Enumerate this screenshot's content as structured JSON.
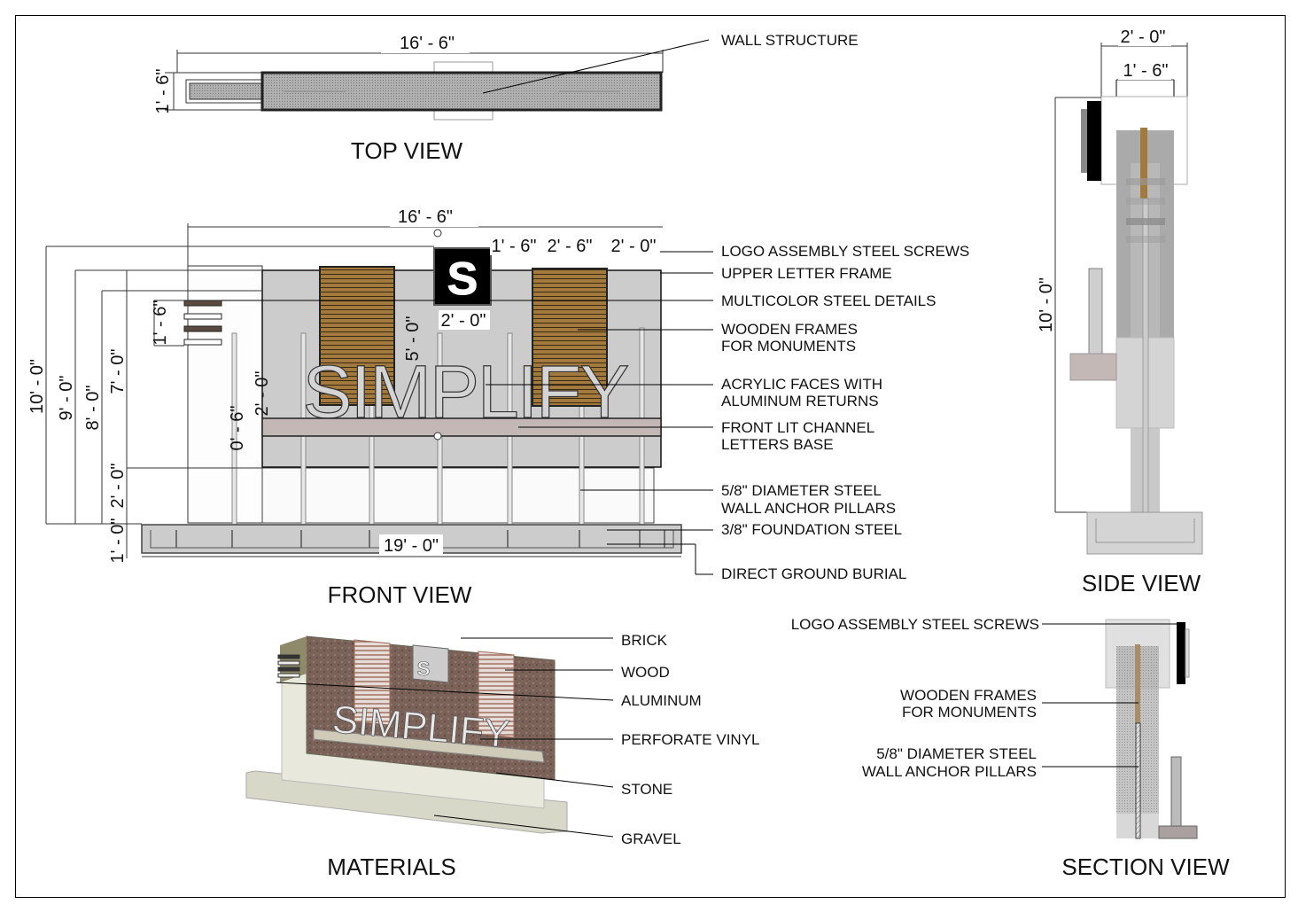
{
  "views": {
    "top": {
      "title": "TOP VIEW",
      "dims": {
        "width": "16' - 6\"",
        "depth": "1' - 6\""
      },
      "callouts": [
        "WALL STRUCTURE"
      ]
    },
    "front": {
      "title": "FRONT VIEW",
      "dims": {
        "overall_width": "16' - 6\"",
        "base_width": "19' - 0\"",
        "h10": "10' - 0\"",
        "h9": "9' - 0\"",
        "h8": "8' - 0\"",
        "h7": "7' - 0\"",
        "h2_bottom": "2' - 0\"",
        "h1_bottom": "1' - 0\"",
        "steel_details": "1' - 6\"",
        "letters_height": "2' - 0\"",
        "base_height": "0' - 6\"",
        "frame_height": "5' - 0\"",
        "logo_width": "2' - 0\"",
        "top_a": "1' - 6\"",
        "top_b": "2' - 6\"",
        "top_c": "2' - 0\""
      },
      "sign_text": "SIMPLIFY",
      "logo_glyph": "S",
      "callouts": [
        "LOGO ASSEMBLY STEEL SCREWS",
        "UPPER LETTER FRAME",
        "MULTICOLOR STEEL DETAILS",
        "WOODEN FRAMES",
        "FOR MONUMENTS",
        "ACRYLIC FACES WITH",
        "ALUMINUM RETURNS",
        "FRONT LIT CHANNEL",
        "LETTERS BASE",
        "5/8\" DIAMETER STEEL",
        "WALL ANCHOR PILLARS",
        "3/8\" FOUNDATION STEEL",
        "DIRECT GROUND BURIAL"
      ]
    },
    "side": {
      "title": "SIDE VIEW",
      "dims": {
        "outer": "2' - 0\"",
        "inner": "1' - 6\"",
        "height": "10' - 0\""
      }
    },
    "materials": {
      "title": "MATERIALS",
      "sign_text": "SIMPLIFY",
      "callouts": [
        "BRICK",
        "WOOD",
        "ALUMINUM",
        "PERFORATE VINYL",
        "STONE",
        "GRAVEL"
      ]
    },
    "section": {
      "title": "SECTION VIEW",
      "callouts": [
        "LOGO ASSEMBLY STEEL SCREWS",
        "WOODEN FRAMES",
        "FOR MONUMENTS",
        "5/8\" DIAMETER STEEL",
        "WALL ANCHOR PILLARS"
      ]
    }
  },
  "colors": {
    "wall": "#cccccc",
    "wood": "#a37a3e",
    "base": "#c4b8b6",
    "stone": "#7a6258",
    "brick": "#8f8a6a",
    "concrete": "#d8d8c8"
  }
}
